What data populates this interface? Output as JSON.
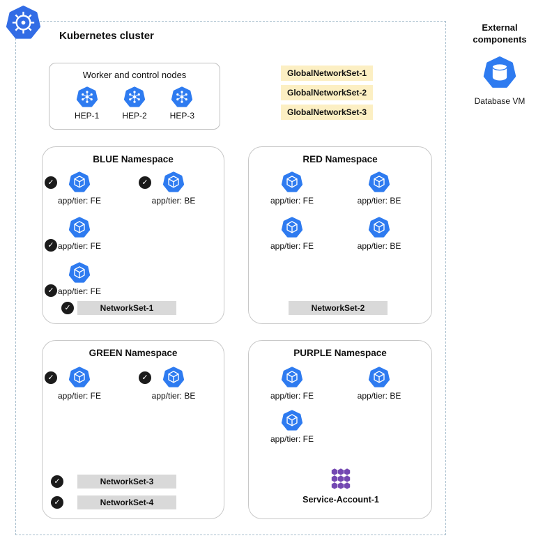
{
  "colors": {
    "k8s_blue": "#326CE5",
    "pod_blue": "#2E7BF0",
    "highlight_yellow": "#FCEFC3",
    "chip_gray": "#D9D9D9",
    "service_account_purple": "#7347B2",
    "check_black": "#1B1B1B",
    "cluster_dashed_border": "#A9BFCE"
  },
  "cluster": {
    "title": "Kubernetes cluster",
    "nodes_panel": {
      "title": "Worker and control nodes",
      "nodes": [
        {
          "label": "HEP-1"
        },
        {
          "label": "HEP-2"
        },
        {
          "label": "HEP-3"
        }
      ]
    },
    "global_network_sets": [
      {
        "label": "GlobalNetworkSet-1"
      },
      {
        "label": "GlobalNetworkSet-2"
      },
      {
        "label": "GlobalNetworkSet-3"
      }
    ],
    "namespaces": [
      {
        "title": "BLUE Namespace",
        "pods": [
          {
            "label": "app/tier: FE",
            "checked": true
          },
          {
            "label": "app/tier: BE",
            "checked": true
          },
          {
            "label": "app/tier: FE",
            "checked": true
          },
          {
            "label": "app/tier: FE",
            "checked": true
          }
        ],
        "network_sets": [
          {
            "label": "NetworkSet-1",
            "checked": true
          }
        ]
      },
      {
        "title": "RED Namespace",
        "pods": [
          {
            "label": "app/tier: FE",
            "checked": false
          },
          {
            "label": "app/tier: BE",
            "checked": false
          },
          {
            "label": "app/tier: FE",
            "checked": false
          },
          {
            "label": "app/tier: BE",
            "checked": false
          }
        ],
        "network_sets": [
          {
            "label": "NetworkSet-2",
            "checked": false
          }
        ]
      },
      {
        "title": "GREEN Namespace",
        "pods": [
          {
            "label": "app/tier: FE",
            "checked": true
          },
          {
            "label": "app/tier: BE",
            "checked": true
          }
        ],
        "network_sets": [
          {
            "label": "NetworkSet-3",
            "checked": true
          },
          {
            "label": "NetworkSet-4",
            "checked": true
          }
        ]
      },
      {
        "title": "PURPLE Namespace",
        "pods": [
          {
            "label": "app/tier: FE",
            "checked": false
          },
          {
            "label": "app/tier: BE",
            "checked": false
          },
          {
            "label": "app/tier: FE",
            "checked": false
          }
        ],
        "network_sets": [],
        "service_account": {
          "label": "Service-Account-1"
        }
      }
    ]
  },
  "external": {
    "title": "External components",
    "items": [
      {
        "label": "Database VM"
      }
    ]
  }
}
